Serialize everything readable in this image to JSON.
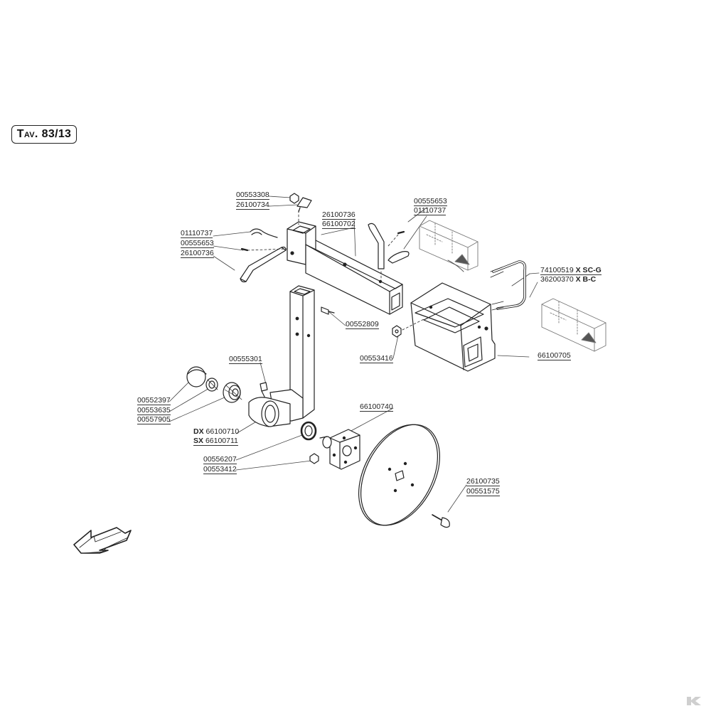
{
  "plate": {
    "prefix": "Tav.",
    "number": "83/13"
  },
  "labels": {
    "l00553308": "00553308",
    "l26100734": "26100734",
    "l26100736a": "26100736",
    "l66100702": "66100702",
    "l00555653a": "00555653",
    "l01110737a": "01110737",
    "l01110737b": "01110737",
    "l00555653b": "00555653",
    "l26100736b": "26100736",
    "l74100519": "74100519",
    "l74100519_suffix": "X SC-G",
    "l36200370": "36200370",
    "l36200370_suffix": "X B-C",
    "l00552809": "00552809",
    "l00553416": "00553416",
    "l00555301": "00555301",
    "l66100705": "66100705",
    "l00552397": "00552397",
    "l00553635": "00553635",
    "l00557905": "00557905",
    "l66100740": "66100740",
    "dx_prefix": "DX",
    "l66100710": "66100710",
    "sx_prefix": "SX",
    "l66100711": "66100711",
    "l00556207": "00556207",
    "l00553412": "00553412",
    "l26100735": "26100735",
    "l00551575": "00551575"
  },
  "icons": [
    "direction-arrow-icon",
    "brand-logo-icon"
  ],
  "colors": {
    "line": "#222222",
    "background": "#ffffff"
  }
}
